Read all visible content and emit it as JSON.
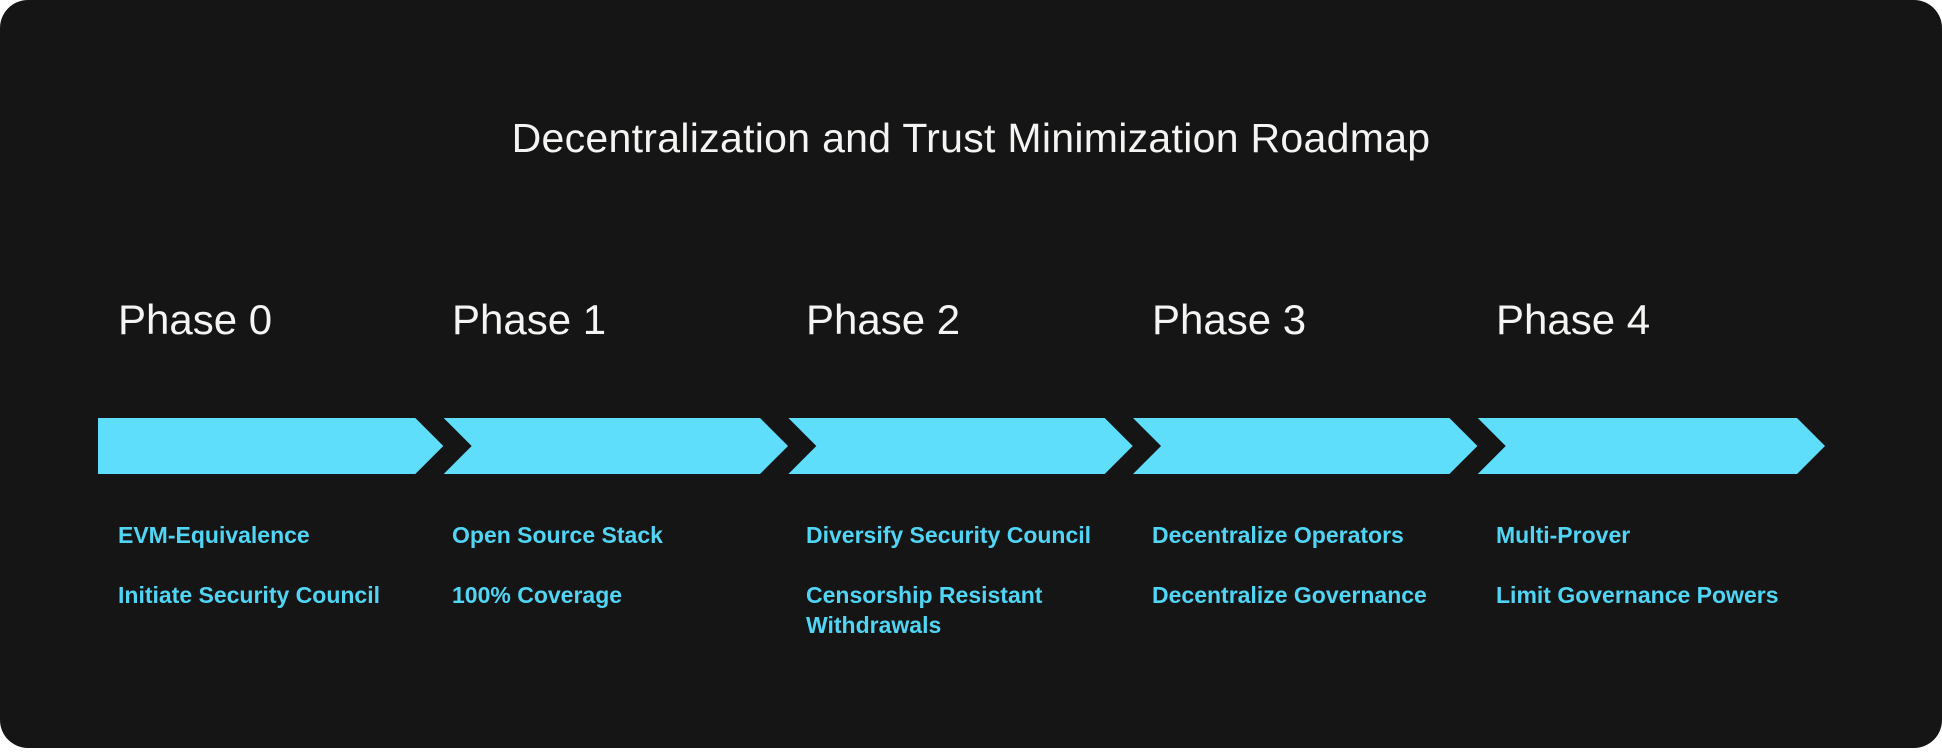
{
  "title": "Decentralization and Trust Minimization Roadmap",
  "colors": {
    "card_background": "#151515",
    "page_background": "#ffffff",
    "arrow_accent": "#5edefb",
    "item_text": "#50d5f5",
    "heading_text": "#f4f4f2"
  },
  "phases": [
    {
      "label": "Phase 0",
      "items": [
        "EVM-Equivalence",
        "Initiate Security Council"
      ]
    },
    {
      "label": "Phase 1",
      "items": [
        "Open Source Stack",
        "100% Coverage"
      ]
    },
    {
      "label": "Phase 2",
      "items": [
        "Diversify Security Council",
        "Censorship Resistant Withdrawals"
      ]
    },
    {
      "label": "Phase 3",
      "items": [
        "Decentralize Operators",
        "Decentralize Governance"
      ]
    },
    {
      "label": "Phase 4",
      "items": [
        "Multi-Prover",
        "Limit Governance Powers"
      ]
    }
  ]
}
